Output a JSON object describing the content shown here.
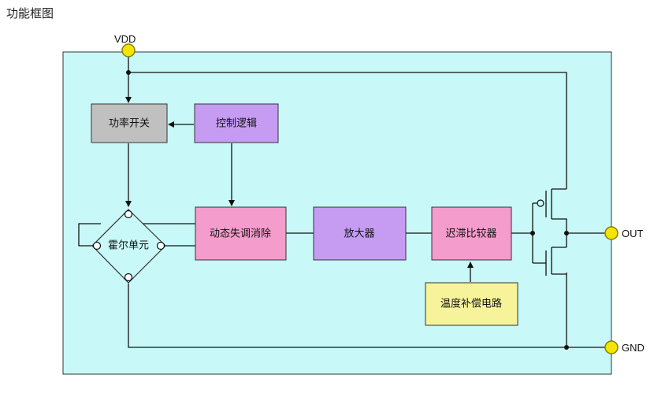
{
  "title": "功能框图",
  "pins": {
    "vdd": "VDD",
    "out": "OUT",
    "gnd": "GND"
  },
  "blocks": {
    "power_switch": {
      "label": "功率开关",
      "color": "#c0c0c0"
    },
    "control_logic": {
      "label": "控制逻辑",
      "color": "#c59cf2"
    },
    "hall_element": {
      "label": "霍尔单元"
    },
    "offset_cancel": {
      "label": "动态失调消除",
      "color": "#f49ccc"
    },
    "amplifier": {
      "label": "放大器",
      "color": "#c59cf2"
    },
    "comparator": {
      "label": "迟滞比较器",
      "color": "#f49ccc"
    },
    "temp_comp": {
      "label": "温度补偿电路",
      "color": "#f7f39a"
    }
  },
  "colors": {
    "chip_background": "#c8f8f8",
    "pin": "#f2e600"
  }
}
